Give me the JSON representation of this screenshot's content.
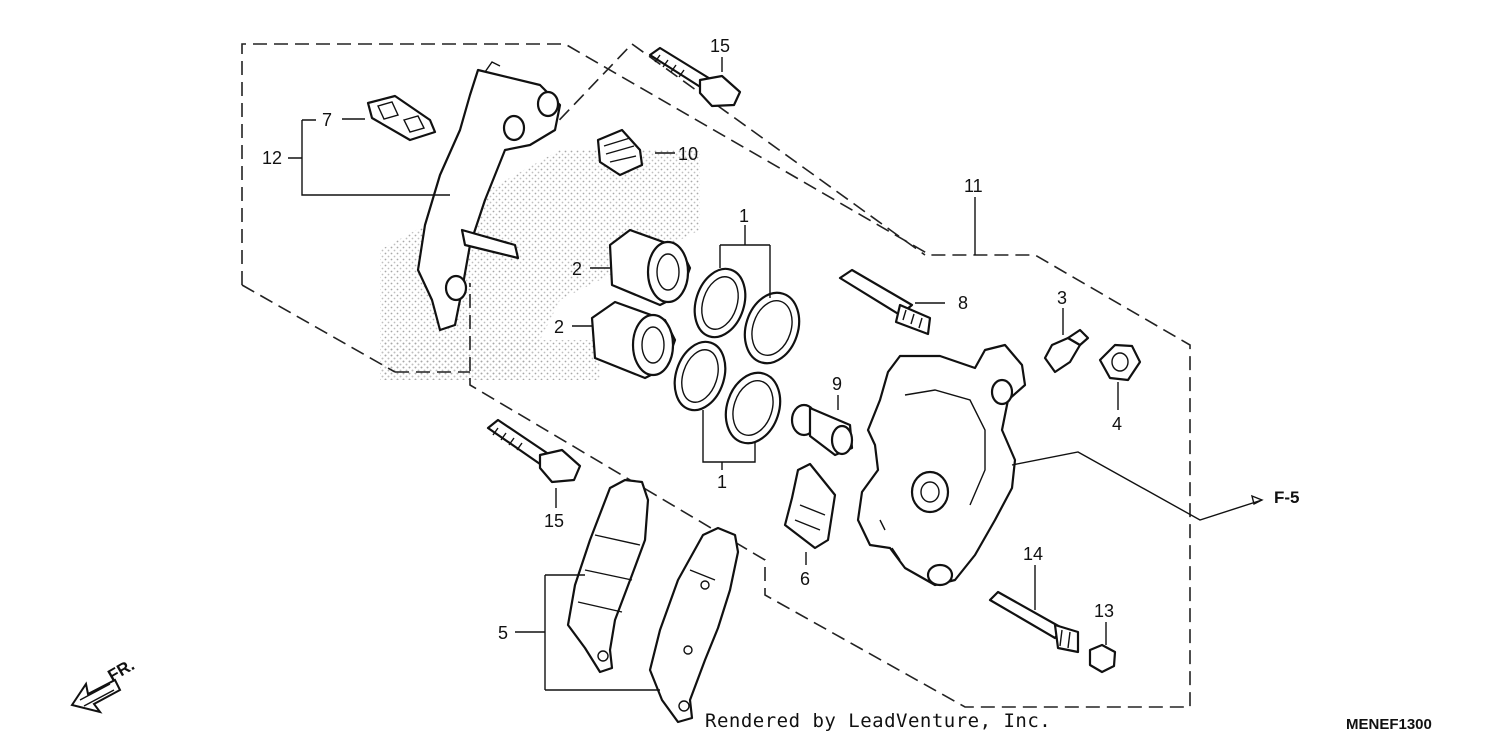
{
  "labels": {
    "p1a": "1",
    "p1b": "1",
    "p2a": "2",
    "p2b": "2",
    "p3": "3",
    "p4": "4",
    "p5": "5",
    "p6": "6",
    "p7": "7",
    "p8": "8",
    "p9": "9",
    "p10": "10",
    "p11": "11",
    "p12": "12",
    "p13": "13",
    "p14": "14",
    "p15a": "15",
    "p15b": "15"
  },
  "ref_f5": "F-5",
  "front_mark": "FR.",
  "credit": "Rendered by LeadVenture, Inc.",
  "diagram_code": "MENEF1300"
}
